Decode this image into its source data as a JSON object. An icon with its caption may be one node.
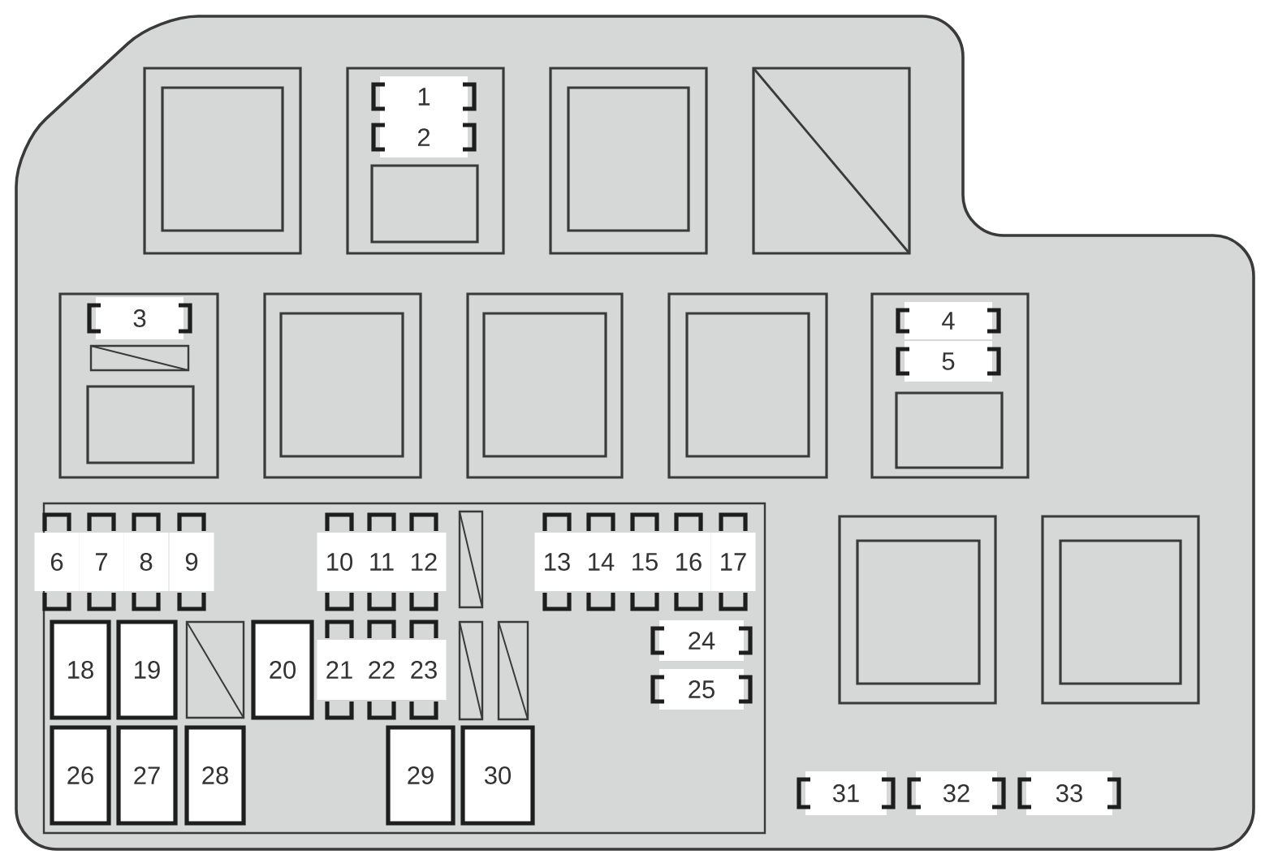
{
  "diagram": {
    "nodes": [
      {
        "text": [
          "1"
        ]
      },
      {
        "text": [
          "2"
        ]
      },
      {
        "text": [
          "3"
        ]
      },
      {
        "text": [
          "4"
        ]
      },
      {
        "text": [
          "5"
        ]
      },
      {
        "text": [
          "6"
        ]
      },
      {
        "text": [
          "7"
        ]
      },
      {
        "text": [
          "8"
        ]
      },
      {
        "text": [
          "9"
        ]
      },
      {
        "text": [
          "10"
        ]
      },
      {
        "text": [
          "11"
        ]
      },
      {
        "text": [
          "12"
        ]
      },
      {
        "text": [
          "13"
        ]
      },
      {
        "text": [
          "14"
        ]
      },
      {
        "text": [
          "15"
        ]
      },
      {
        "text": [
          "16"
        ]
      },
      {
        "text": [
          "17"
        ]
      },
      {
        "text": [
          "18"
        ]
      },
      {
        "text": [
          "19"
        ]
      },
      {
        "text": [
          "20"
        ]
      },
      {
        "text": [
          "21"
        ]
      },
      {
        "text": [
          "22"
        ]
      },
      {
        "text": [
          "23"
        ]
      },
      {
        "text": [
          "24"
        ]
      },
      {
        "text": [
          "25"
        ]
      },
      {
        "text": [
          "26"
        ]
      },
      {
        "text": [
          "27"
        ]
      },
      {
        "text": [
          "28"
        ]
      },
      {
        "text": [
          "29"
        ]
      },
      {
        "text": [
          "30"
        ]
      },
      {
        "text": [
          "31"
        ]
      },
      {
        "text": [
          "32"
        ]
      },
      {
        "text": [
          "33"
        ]
      }
    ]
  }
}
